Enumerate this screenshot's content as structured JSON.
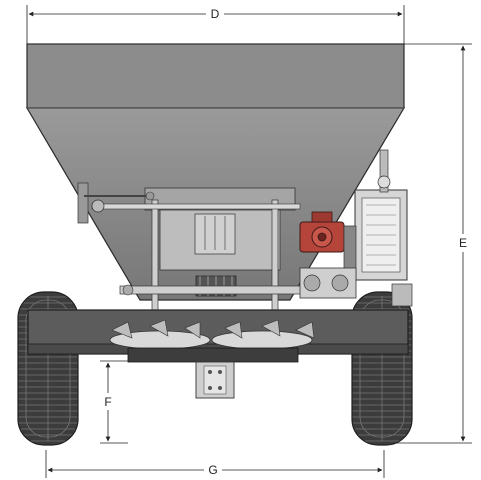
{
  "dimensions": {
    "d": "D",
    "e": "E",
    "f": "F",
    "g": "G"
  },
  "colors": {
    "hopper": "#8a8a8a",
    "hopper_dark": "#6f6f6f",
    "frame": "#5a5a5a",
    "tire": "#3a3a3a",
    "gearbox": "#b5443a",
    "line": "#222222"
  }
}
